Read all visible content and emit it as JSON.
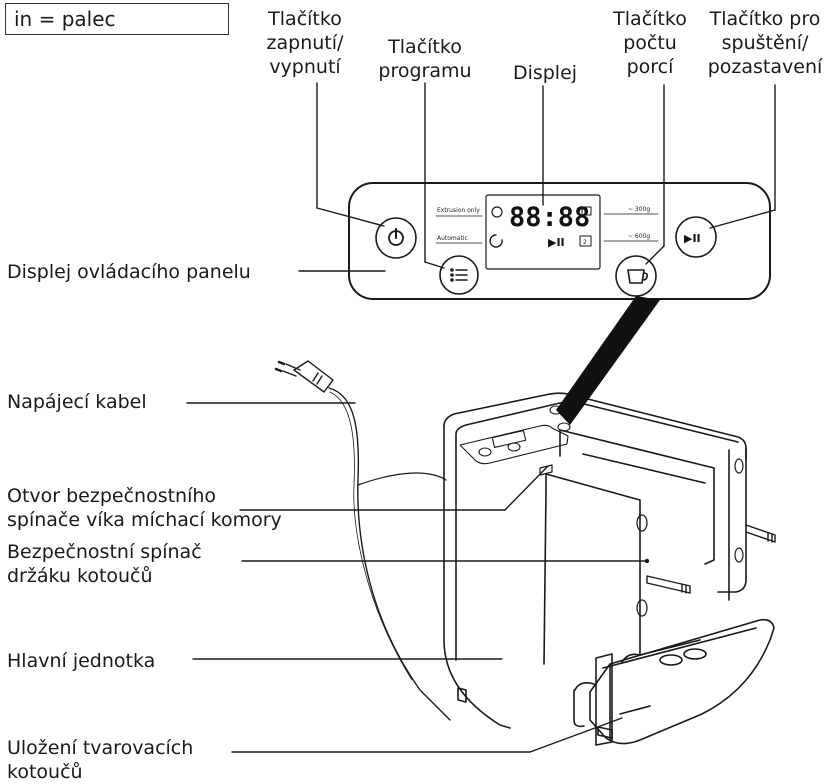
{
  "legend": "in = palec",
  "callouts_top": {
    "power_line1": "Tlačítko",
    "power_line2": "zapnutí/",
    "power_line3": "vypnutí",
    "program_line1": "Tlačítko",
    "program_line2": "programu",
    "display": "Displej",
    "portion_line1": "Tlačítko",
    "portion_line2": "počtu",
    "portion_line3": "porcí",
    "start_line1": "Tlačítko pro",
    "start_line2": "spuštění/",
    "start_line3": "pozastavení"
  },
  "callouts_left": {
    "panel_display": "Displej ovládacího panelu",
    "power_cord": "Napájecí kabel",
    "lid_switch_line1": "Otvor bezpečnostního",
    "lid_switch_line2": "spínače víka míchací komory",
    "disc_switch_line1": "Bezpečnostní spínač",
    "disc_switch_line2": "držáku kotoučů",
    "main_unit": "Hlavní jednotka",
    "disc_storage_line1": "Uložení tvarovacích",
    "disc_storage_line2": "kotoučů"
  },
  "panel": {
    "mode_top": "Extrusion only",
    "mode_bottom": "Automatic",
    "digits": "88:88",
    "portion_top": "~ 300g",
    "portion_bottom": "~ 600g",
    "portion_icon_top": "1",
    "portion_icon_bottom": "2",
    "play_pause_glyph": "▶II"
  },
  "colors": {
    "line": "#1a1a1a",
    "beam": "#111111",
    "body": "#ffffff"
  }
}
